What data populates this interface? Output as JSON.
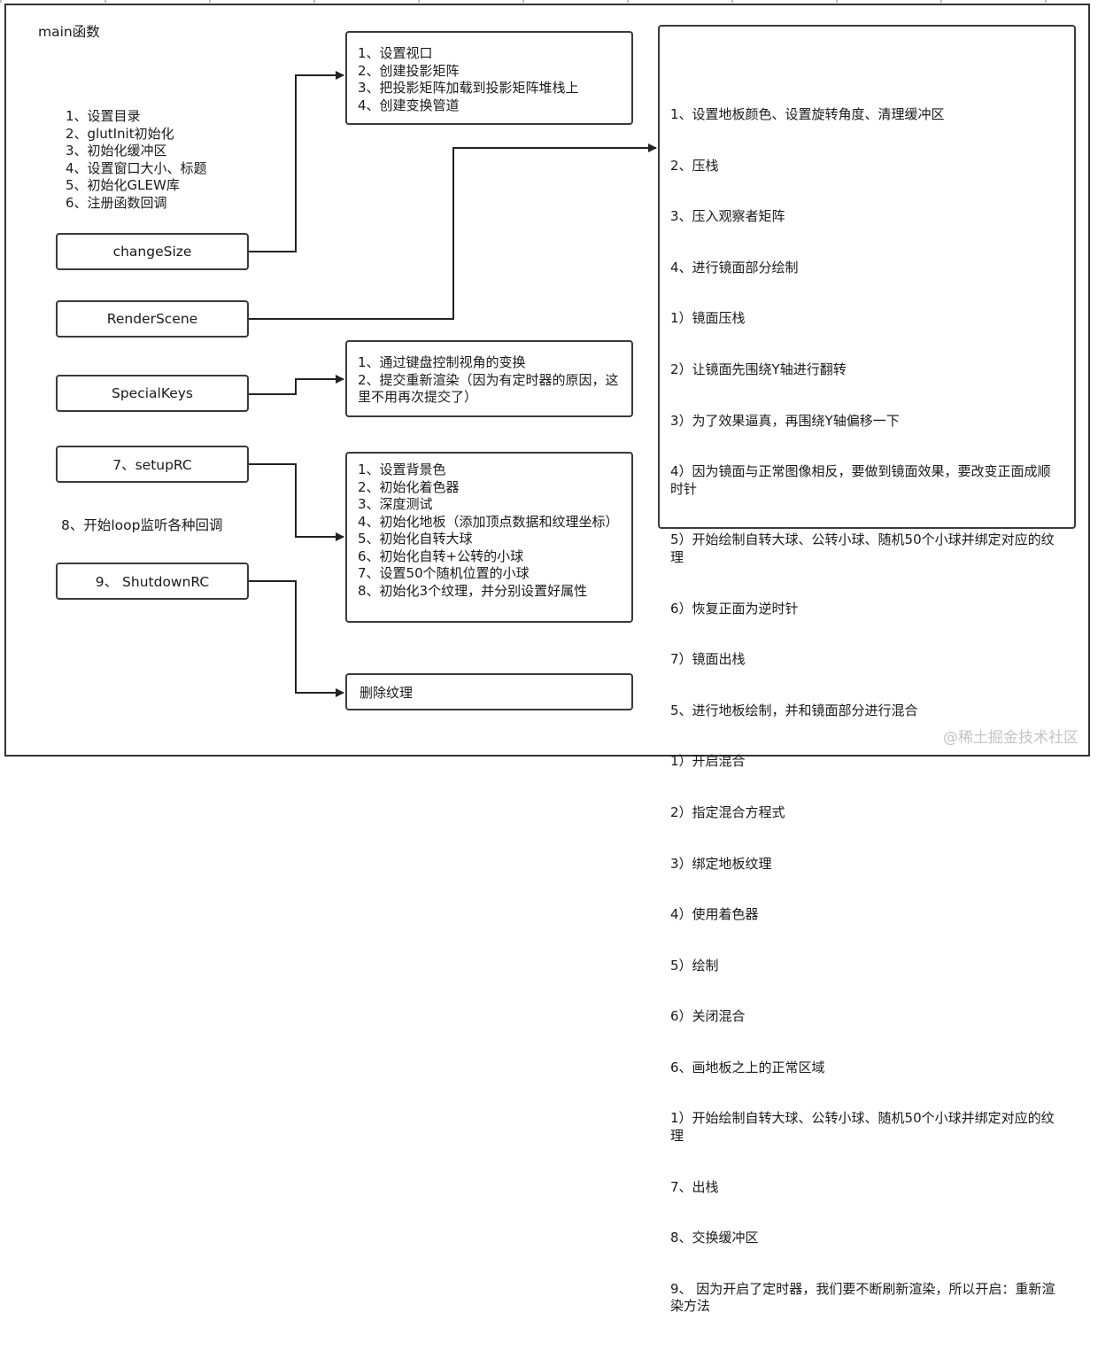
{
  "main_title": "main函数",
  "main_steps": [
    "1、设置目录",
    "2、glutInit初始化",
    "3、初始化缓冲区",
    "4、设置窗口大小、标题",
    "5、初始化GLEW库",
    "6、注册函数回调"
  ],
  "functions": {
    "change_size": "changeSize",
    "render_scene": "RenderScene",
    "special_keys": "SpecialKeys",
    "setup_rc": "7、setupRC",
    "shutdown_rc": "9、 ShutdownRC"
  },
  "loop_label": "8、开始loop监听各种回调",
  "change_size_steps": [
    "1、设置视口",
    "2、创建投影矩阵",
    "3、把投影矩阵加载到投影矩阵堆栈上",
    "4、创建变换管道"
  ],
  "special_keys_steps": [
    "1、通过键盘控制视角的变换",
    "2、提交重新渲染（因为有定时器的原因，这里不用再次提交了）"
  ],
  "setup_rc_steps": [
    "1、设置背景色",
    "2、初始化着色器",
    "3、深度测试",
    "4、初始化地板（添加顶点数据和纹理坐标）",
    "5、初始化自转大球",
    "6、初始化自转+公转的小球",
    "7、设置50个随机位置的小球",
    "8、初始化3个纹理，并分别设置好属性"
  ],
  "shutdown_rc_steps": "删除纹理",
  "render_scene_steps": [
    "1、设置地板颜色、设置旋转角度、清理缓冲区",
    "2、压栈",
    "3、压入观察者矩阵",
    "4、进行镜面部分绘制",
    "   1）镜面压栈",
    "   2）让镜面先围绕Y轴进行翻转",
    "   3）为了效果逼真，再围绕Y轴偏移一下",
    "   4）因为镜面与正常图像相反，要做到镜面效果，要改变正面成顺时针",
    "   5）开始绘制自转大球、公转小球、随机50个小球并绑定对应的纹理",
    "   6）恢复正面为逆时针",
    "   7）镜面出栈",
    "5、进行地板绘制，并和镜面部分进行混合",
    "   1）开启混合",
    "   2）指定混合方程式",
    "   3）绑定地板纹理",
    "   4）使用着色器",
    "   5）绘制",
    "   6）关闭混合",
    "6、画地板之上的正常区域",
    "   1）开始绘制自转大球、公转小球、随机50个小球并绑定对应的纹理",
    "7、出栈",
    "8、交换缓冲区",
    "9、 因为开启了定时器，我们要不断刷新渲染，所以开启：重新渲染方法"
  ],
  "watermark": "@稀土掘金技术社区"
}
